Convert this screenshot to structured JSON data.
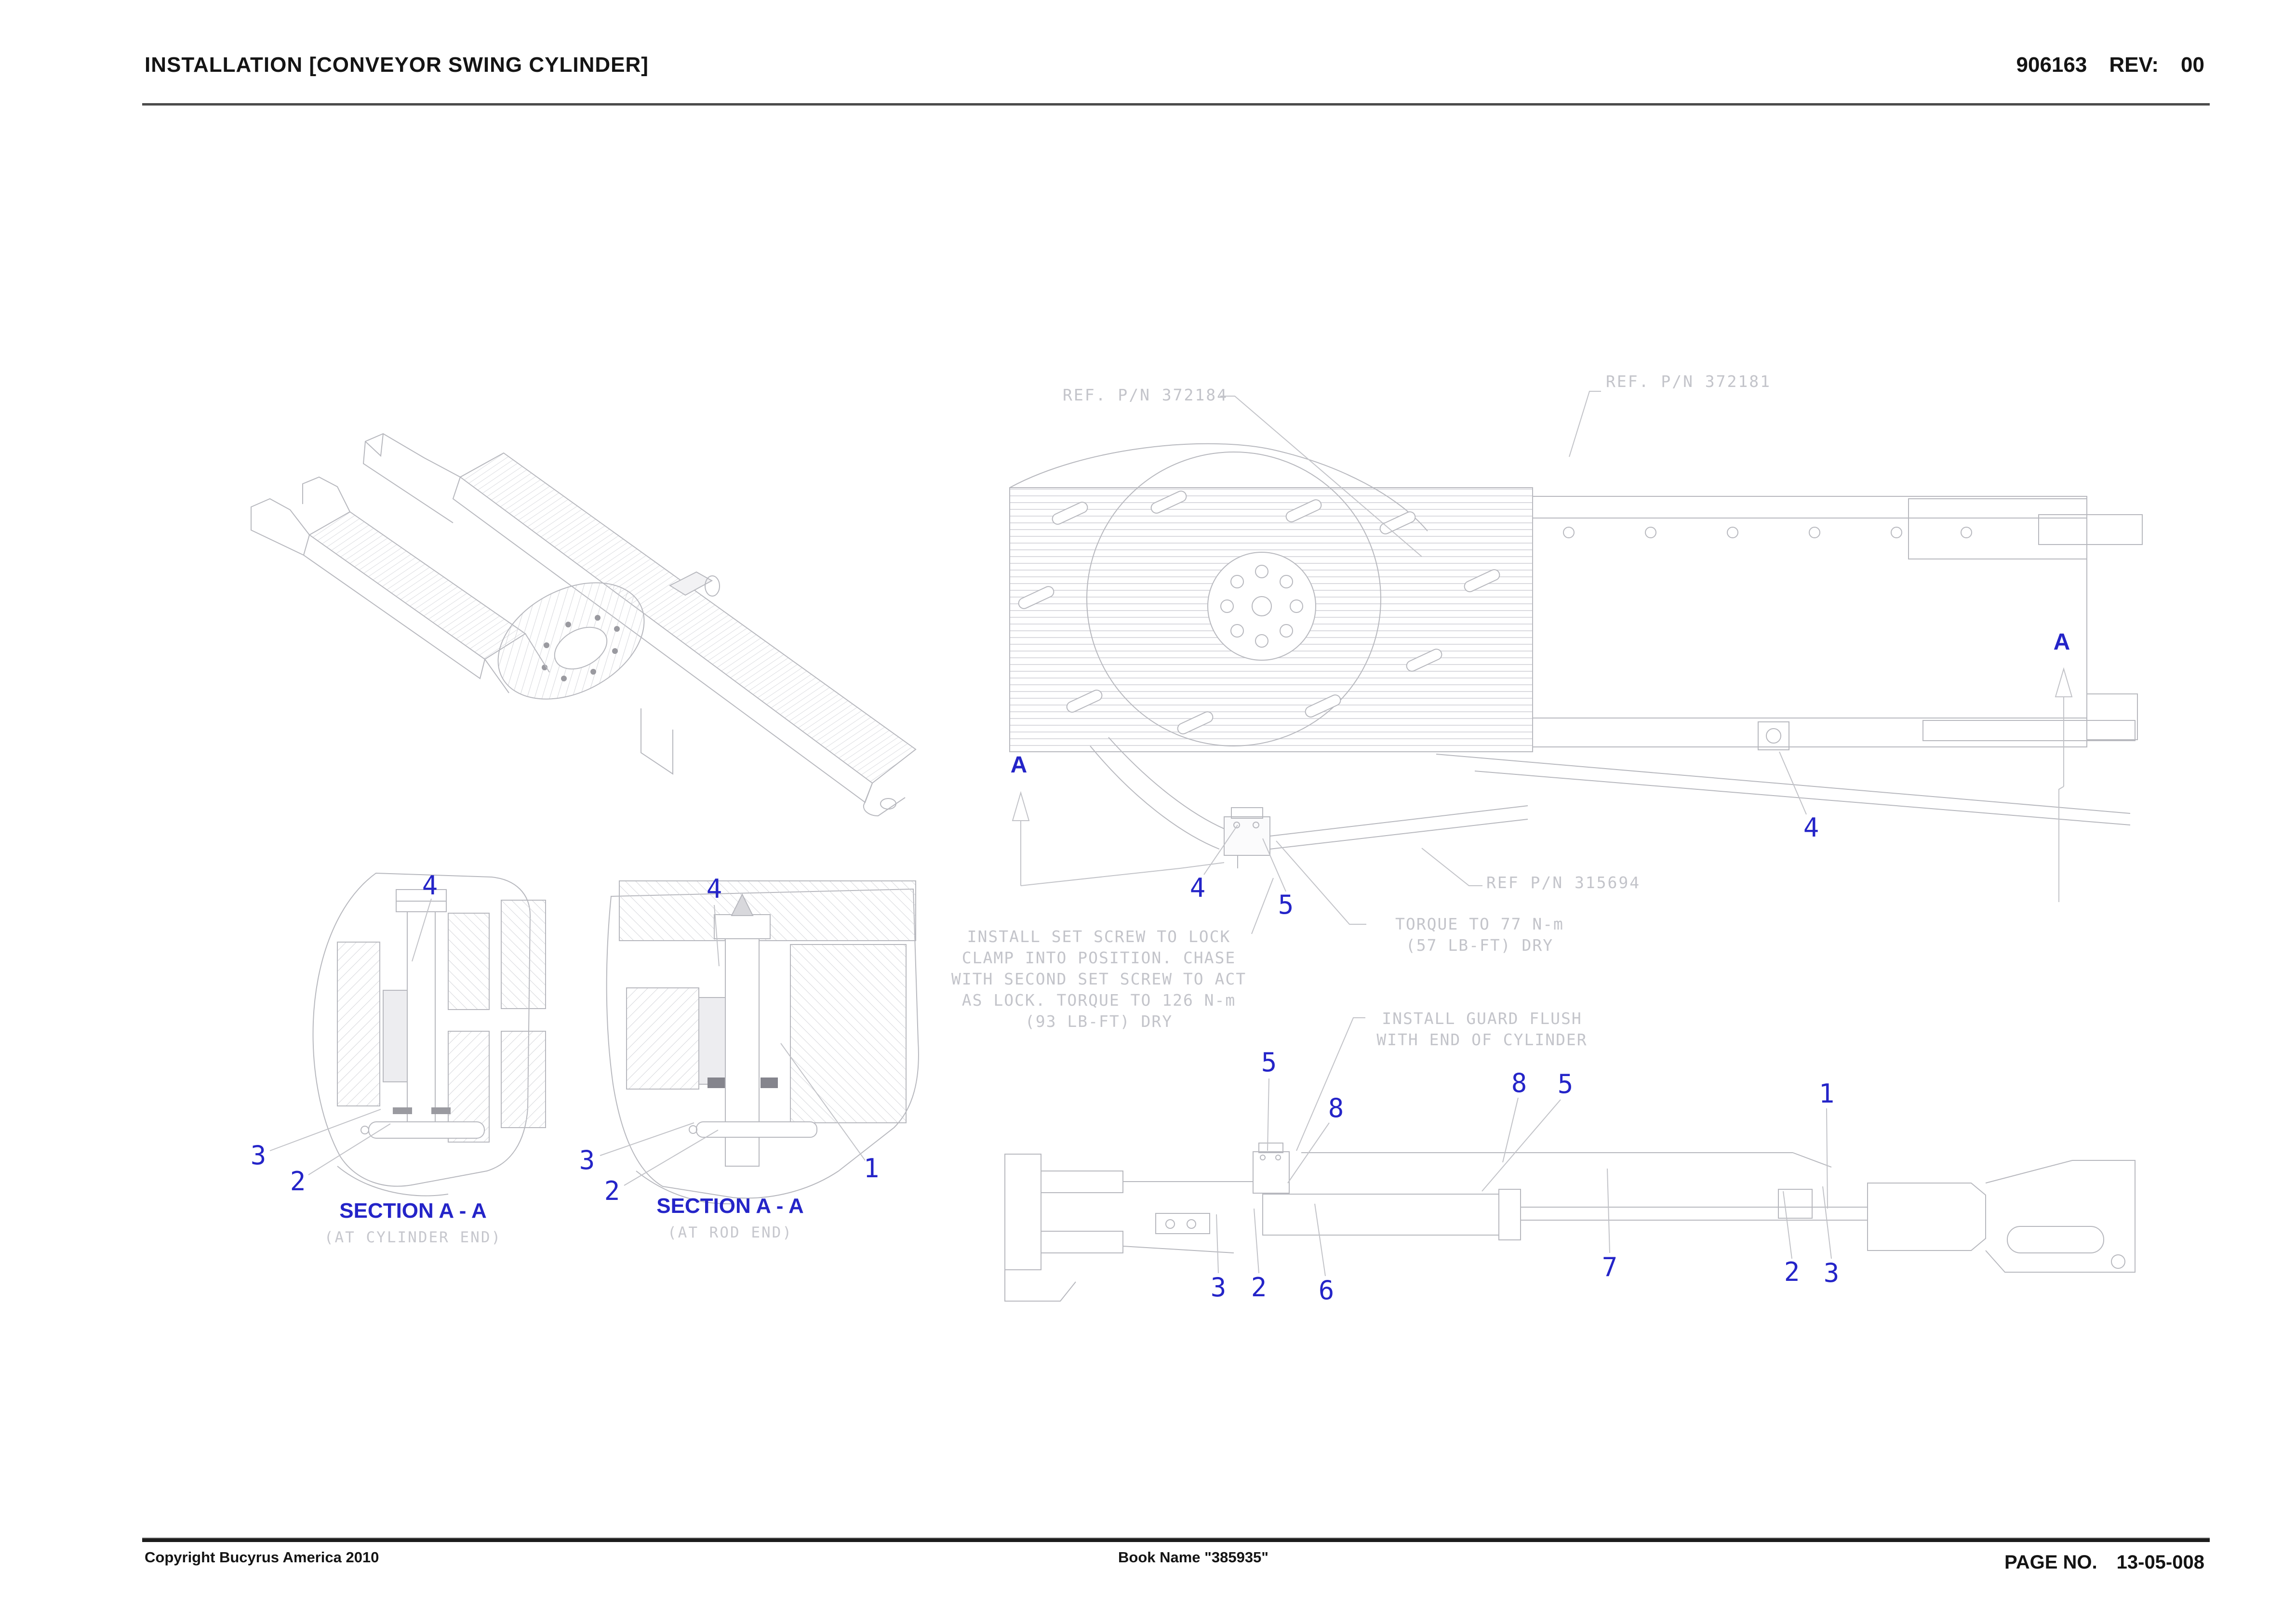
{
  "header": {
    "title": "INSTALLATION [CONVEYOR SWING CYLINDER]",
    "doc_number": "906163",
    "rev_label": "REV:",
    "rev_value": "00"
  },
  "footer": {
    "copyright": "Copyright Bucyrus America 2010",
    "book_name": "Book Name \"385935\"",
    "page_label": "PAGE NO.",
    "page_number": "13-05-008"
  },
  "annotations": {
    "ref_pn_372184": "REF. P/N 372184",
    "ref_pn_372181": "REF. P/N 372181",
    "ref_pn_315694": "REF P/N 315694",
    "torque_77_lines": [
      "TORQUE TO 77 N-m",
      "(57 LB-FT) DRY"
    ],
    "set_screw_note_lines": [
      "INSTALL SET SCREW TO LOCK",
      "CLAMP INTO POSITION. CHASE",
      "WITH SECOND SET SCREW TO ACT",
      "AS LOCK. TORQUE TO 126 N-m",
      "(93 LB-FT) DRY"
    ],
    "guard_note_lines": [
      "INSTALL GUARD FLUSH",
      "WITH END OF CYLINDER"
    ]
  },
  "sections": {
    "cylinder_end": {
      "title": "SECTION A - A",
      "subtitle": "(AT CYLINDER END)"
    },
    "rod_end": {
      "title": "SECTION A - A",
      "subtitle": "(AT ROD END)"
    }
  },
  "section_cut_label": "A",
  "callouts": {
    "plan": [
      "4",
      "5",
      "4"
    ],
    "side_top": [
      "5",
      "8",
      "8",
      "5",
      "1"
    ],
    "side_bottom": [
      "3",
      "2",
      "6",
      "7",
      "2",
      "3"
    ],
    "section_cylinder_end": [
      "4",
      "3",
      "2"
    ],
    "section_rod_end": [
      "4",
      "3",
      "2",
      "1"
    ]
  },
  "colors": {
    "callout_blue": "#2424c8",
    "annotation_gray": "#c3c4ca",
    "drawing_line_gray": "#b7b8be"
  }
}
